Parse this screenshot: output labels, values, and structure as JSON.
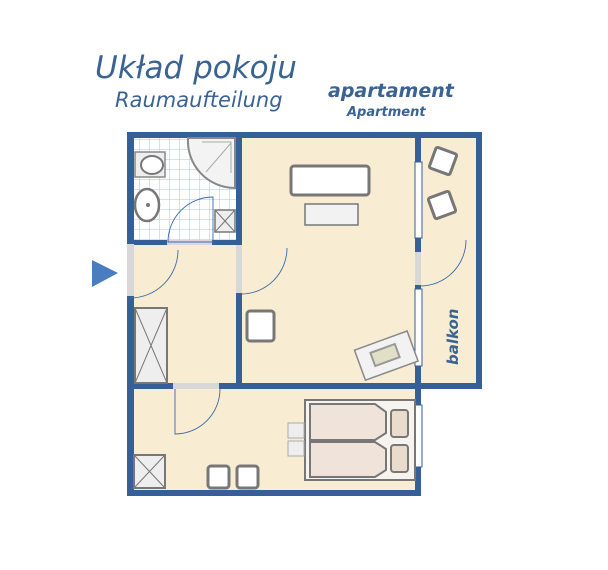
{
  "title": {
    "main": "Układ pokoju",
    "sub": "Raumaufteilung"
  },
  "type": {
    "main": "apartament",
    "sub": "Apartment"
  },
  "rooms": {
    "balcony_label": "balkon"
  },
  "colors": {
    "wall": "#355f96",
    "floor": "#f8ecd2",
    "text": "#3a6394",
    "tile": "#a9c3e8"
  }
}
